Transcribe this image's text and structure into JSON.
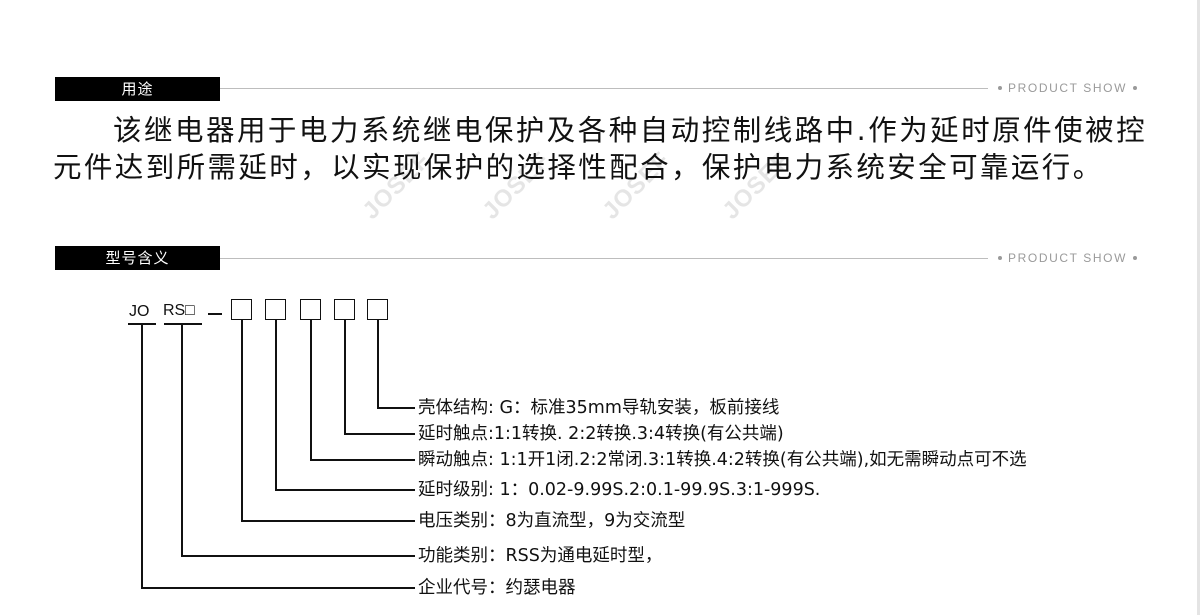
{
  "sections": [
    {
      "tag": "用途",
      "badge": "PRODUCT SHOW"
    },
    {
      "tag": "型号含义",
      "badge": "PRODUCT SHOW"
    }
  ],
  "usage_text": "该继电器用于电力系统继电保护及各种自动控制线路中.作为延时原件使被控元件达到所需延时，以实现保护的选择性配合，保护电力系统安全可靠运行。",
  "watermark_text": "JOSEF",
  "model_code": {
    "prefix": "JO",
    "series": "RS",
    "box_symbol": "□"
  },
  "legend": [
    "壳体结构: G：标准35mm导轨安装，板前接线",
    "延时触点:1:1转换. 2:2转换.3:4转换(有公共端)",
    "瞬动触点: 1:1开1闭.2:2常闭.3:1转换.4:2转换(有公共端),如无需瞬动点可不选",
    "延时级别: 1：0.02-9.99S.2:0.1-99.9S.3:1-999S.",
    "电压类别：8为直流型，9为交流型",
    "功能类别：RSS为通电延时型，",
    "企业代号：约瑟电器"
  ]
}
